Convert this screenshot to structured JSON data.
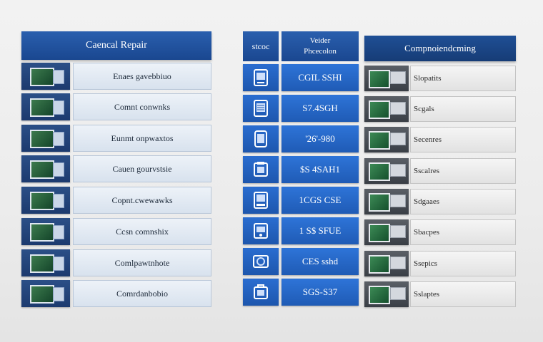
{
  "left": {
    "header": "Caencal Repair",
    "rows": [
      {
        "label": "Enaes gavebbiuo"
      },
      {
        "label": "Comnt conwnks"
      },
      {
        "label": "Eunmt onpwaxtos"
      },
      {
        "label": "Cauen gourvstsie"
      },
      {
        "label": "Copnt.cwewawks"
      },
      {
        "label": "Ccsn comnshix"
      },
      {
        "label": "Comlpawtnhote"
      },
      {
        "label": "Comrdanbobio"
      }
    ]
  },
  "middle": {
    "header_short": "stcoc",
    "header_line1": "Veider",
    "header_line2": "Phcecolon",
    "rows": [
      {
        "value": "CGIL SSHI"
      },
      {
        "value": "S7.4SGH"
      },
      {
        "value": "'26'-980"
      },
      {
        "value": "$S 4SAH1"
      },
      {
        "value": "1CGS CSE"
      },
      {
        "value": "1 S$ SFUE"
      },
      {
        "value": "CES sshd"
      },
      {
        "value": "SGS-S37"
      }
    ]
  },
  "right": {
    "header": "Compnoiendcming",
    "rows": [
      {
        "label": "Slopatits"
      },
      {
        "label": "Scgals"
      },
      {
        "label": "Secenres"
      },
      {
        "label": "Sscalres"
      },
      {
        "label": "Sdgaaes"
      },
      {
        "label": "Sbacpes"
      },
      {
        "label": "Ssepics"
      },
      {
        "label": "Sslaptes"
      }
    ]
  }
}
